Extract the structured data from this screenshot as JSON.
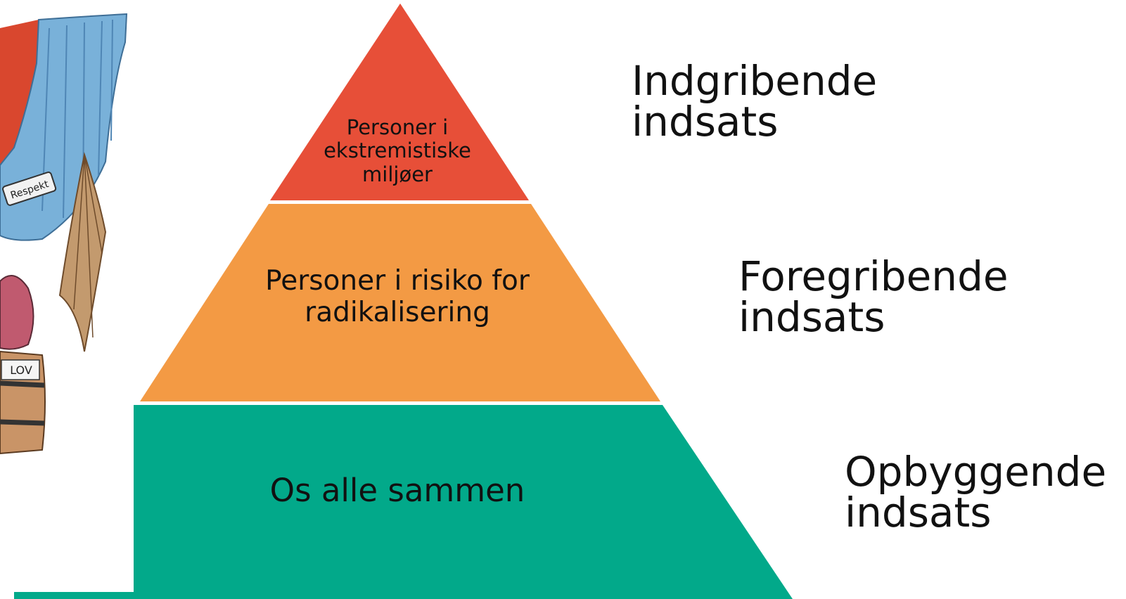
{
  "colors": {
    "top_tier": "#E74F38",
    "middle_tier": "#F39A44",
    "bottom_tier": "#02A98A",
    "text": "#111111"
  },
  "illustration": {
    "sign_respekt": "Respekt",
    "sign_lov": "LOV"
  },
  "pyramid": {
    "tiers": [
      {
        "name": "top",
        "label": "Personer i ekstremistiske miljøer",
        "action": "Indgribende indsats"
      },
      {
        "name": "middle",
        "label": "Personer i risiko for radikalisering",
        "action": "Foregribende indsats"
      },
      {
        "name": "bottom",
        "label": "Os alle sammen",
        "action": "Opbyggende indsats"
      }
    ]
  }
}
